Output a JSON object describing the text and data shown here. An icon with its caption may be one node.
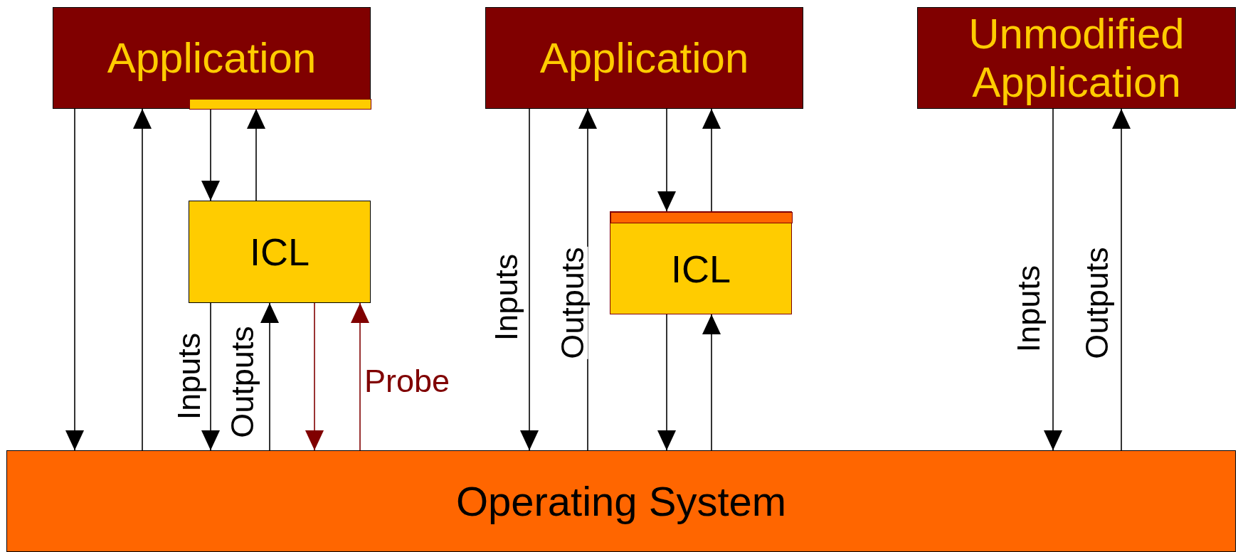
{
  "diagram": {
    "nodes": [
      {
        "text": [
          "Application"
        ]
      },
      {
        "text": [],
        "shape": "bar",
        "in": 0
      },
      {
        "text": [
          "Application"
        ]
      },
      {
        "text": [
          "Unmodified Application"
        ]
      },
      {
        "text": [
          "ICL"
        ]
      },
      {
        "text": [
          "ICL"
        ]
      },
      {
        "text": [],
        "shape": "bar",
        "in": 5
      },
      {
        "text": [
          "Operating System"
        ]
      }
    ],
    "edges": [
      {
        "from": 0,
        "to": 7,
        "arrow": "to"
      },
      {
        "from": 7,
        "to": 0,
        "arrow": "to"
      },
      {
        "from": 1,
        "to": 4,
        "arrow": "to"
      },
      {
        "from": 4,
        "to": 1,
        "arrow": "to"
      },
      {
        "from": 4,
        "to": 7,
        "arrow": "to",
        "label": "Inputs"
      },
      {
        "from": 7,
        "to": 4,
        "arrow": "to",
        "label": "Outputs"
      },
      {
        "from": 4,
        "to": 7,
        "arrow": "to",
        "color": "#800000"
      },
      {
        "from": 7,
        "to": 4,
        "arrow": "to",
        "color": "#800000",
        "label": "Probe"
      },
      {
        "from": 2,
        "to": 7,
        "arrow": "to",
        "label": "Inputs"
      },
      {
        "from": 7,
        "to": 2,
        "arrow": "to",
        "label": "Outputs"
      },
      {
        "from": 2,
        "to": 6,
        "arrow": "to"
      },
      {
        "from": 6,
        "to": 2,
        "arrow": "to"
      },
      {
        "from": 5,
        "to": 7,
        "arrow": "to"
      },
      {
        "from": 7,
        "to": 5,
        "arrow": "to"
      },
      {
        "from": 3,
        "to": 7,
        "arrow": "to",
        "label": "Inputs"
      },
      {
        "from": 7,
        "to": 3,
        "arrow": "to",
        "label": "Outputs"
      }
    ]
  }
}
